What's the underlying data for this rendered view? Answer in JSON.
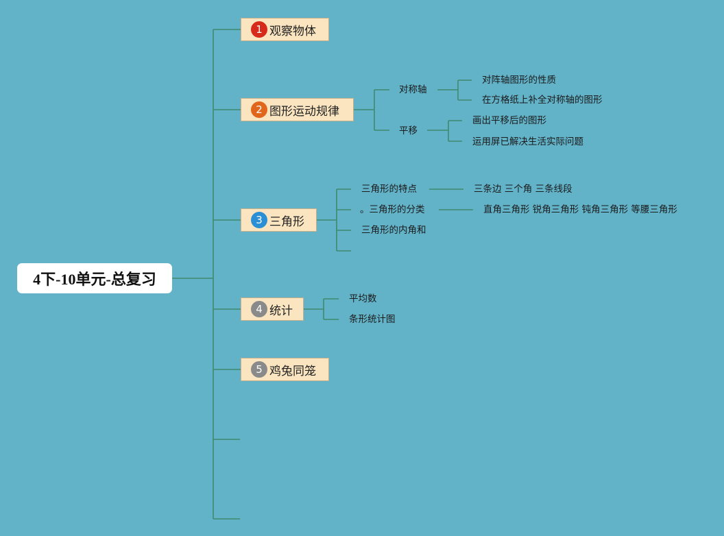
{
  "root": "4下-10单元-总复习",
  "colors": {
    "background": "#62b2c8",
    "line": "#3f8a6e",
    "topic_fill": "#fbe5c0"
  },
  "topics": [
    {
      "num": "1",
      "color": "#d62a1b",
      "label": "观察物体"
    },
    {
      "num": "2",
      "color": "#e0661c",
      "label": "图形运动规律"
    },
    {
      "num": "3",
      "color": "#2a8fd4",
      "label": "三角形"
    },
    {
      "num": "4",
      "color": "#8a8a8a",
      "label": "统计"
    },
    {
      "num": "5",
      "color": "#8a8a8a",
      "label": "鸡兔同笼"
    }
  ],
  "motion": {
    "symmetry": {
      "label": "对称轴",
      "items": [
        "对阵轴图形的性质",
        "在方格纸上补全对称轴的图形"
      ]
    },
    "translation": {
      "label": "平移",
      "items": [
        "画出平移后的图形",
        "运用屏已解决生活实际问题"
      ]
    }
  },
  "triangle": {
    "features": {
      "label": "三角形的特点",
      "detail": "三条边 三个角 三条线段"
    },
    "classification": {
      "label": "。三角形的分类",
      "detail": "直角三角形 锐角三角形 钝角三角形 等腰三角形"
    },
    "angle_sum": {
      "label": "三角形的内角和"
    }
  },
  "statistics": {
    "items": [
      "平均数",
      "条形统计图"
    ]
  }
}
